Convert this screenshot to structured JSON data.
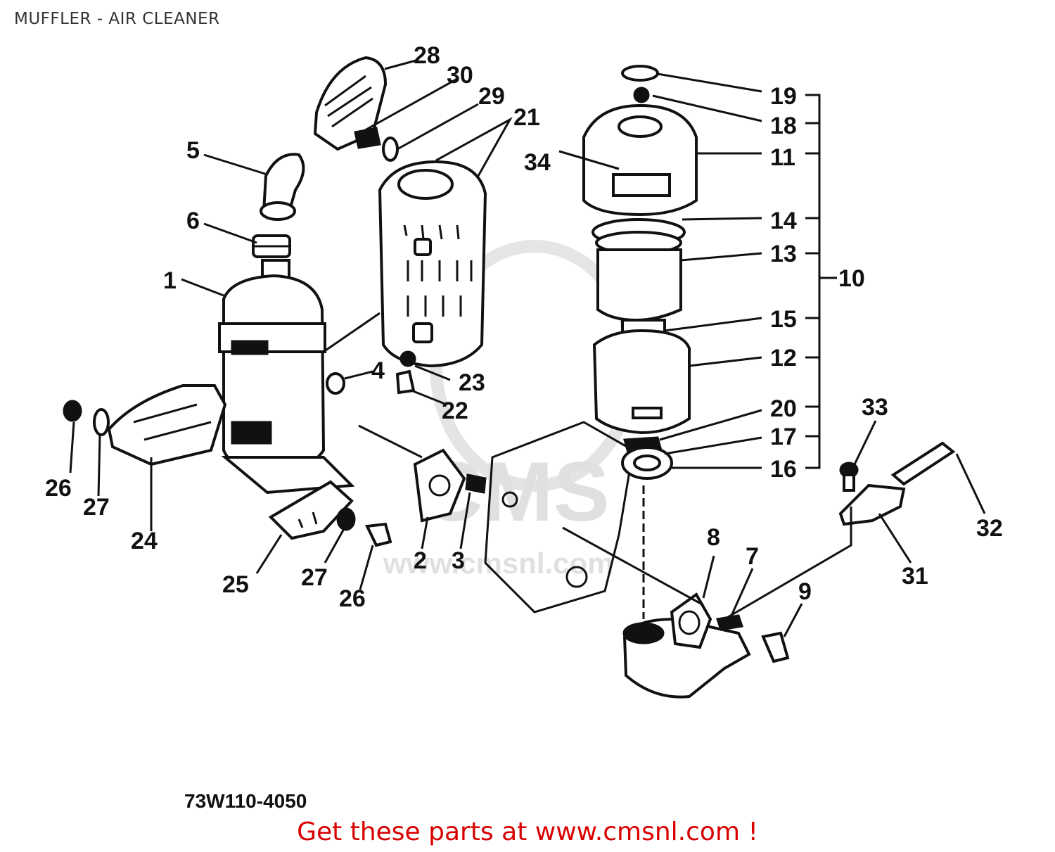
{
  "page_title": "MUFFLER - AIR CLEANER",
  "diagram_code": "73W110-4050",
  "watermark": {
    "brand": "CMS",
    "url": "www.cmsnl.com"
  },
  "callouts": {
    "c1": "1",
    "c2": "2",
    "c3": "3",
    "c4": "4",
    "c5": "5",
    "c6": "6",
    "c7": "7",
    "c8": "8",
    "c9": "9",
    "c10": "10",
    "c11": "11",
    "c12": "12",
    "c13": "13",
    "c14": "14",
    "c15": "15",
    "c16": "16",
    "c17": "17",
    "c18": "18",
    "c19": "19",
    "c20": "20",
    "c21": "21",
    "c22": "22",
    "c23": "23",
    "c24": "24",
    "c25": "25",
    "c26a": "26",
    "c26b": "26",
    "c27a": "27",
    "c27b": "27",
    "c28": "28",
    "c29": "29",
    "c30": "30",
    "c31": "31",
    "c32": "32",
    "c33": "33",
    "c34": "34"
  },
  "footer_text": "Get these parts at www.cmsnl.com !",
  "colors": {
    "footer": "#d80000",
    "watermark": "#c8c8c8",
    "ink": "#111111"
  }
}
